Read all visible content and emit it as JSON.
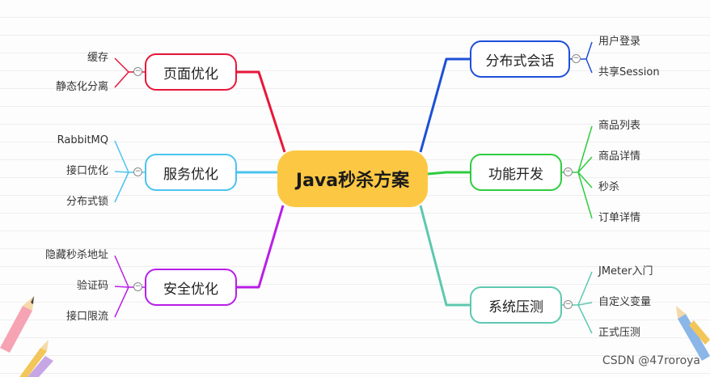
{
  "root": {
    "label": "Java秒杀方案",
    "color": "#fcc843"
  },
  "branches": [
    {
      "label": "页面优化",
      "color": "#e8173a",
      "leaves": [
        "缓存",
        "静态化分离"
      ]
    },
    {
      "label": "服务优化",
      "color": "#4cc3f0",
      "leaves": [
        "RabbitMQ",
        "接口优化",
        "分布式锁"
      ]
    },
    {
      "label": "安全优化",
      "color": "#b81ee8",
      "leaves": [
        "隐藏秒杀地址",
        "验证码",
        "接口限流"
      ]
    },
    {
      "label": "分布式会话",
      "color": "#1d4fd8",
      "leaves": [
        "用户登录",
        "共享Session"
      ]
    },
    {
      "label": "功能开发",
      "color": "#2ecc40",
      "leaves": [
        "商品列表",
        "商品详情",
        "秒杀",
        "订单详情"
      ]
    },
    {
      "label": "系统压测",
      "color": "#5ec8b0",
      "leaves": [
        "JMeter入门",
        "自定义变量",
        "正式压测"
      ]
    }
  ],
  "collapse_symbol": "−",
  "watermark": "CSDN @47roroya"
}
